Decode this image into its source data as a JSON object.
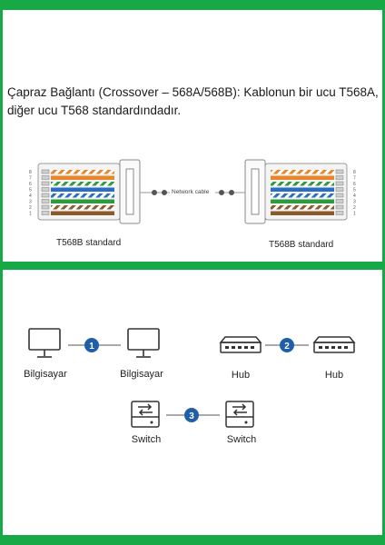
{
  "heading": {
    "line1": "Çapraz Bağlantı (Crossover – 568A/568B): Kablonun bir ucu T568A,",
    "line2": "diğer ucu T568 standardındadır."
  },
  "connector_diagram": {
    "left_label": "T568B standard",
    "right_label": "T568B standard",
    "cable_label": "Network cable",
    "pin_numbers": [
      "8",
      "7",
      "6",
      "5",
      "4",
      "3",
      "2",
      "1"
    ]
  },
  "connection_types": [
    {
      "number": "1",
      "device_a": "Bilgisayar",
      "device_b": "Bilgisayar",
      "icon": "monitor-icon"
    },
    {
      "number": "2",
      "device_a": "Hub",
      "device_b": "Hub",
      "icon": "hub-icon"
    },
    {
      "number": "3",
      "device_a": "Switch",
      "device_b": "Switch",
      "icon": "switch-icon"
    }
  ],
  "colors": {
    "frame_green": "#17a945",
    "badge_blue": "#1f5fa8",
    "wire_orange": "#e8862a",
    "wire_green": "#2e9a3e",
    "wire_blue": "#2b6cc4",
    "wire_brown": "#8b5a2b"
  }
}
